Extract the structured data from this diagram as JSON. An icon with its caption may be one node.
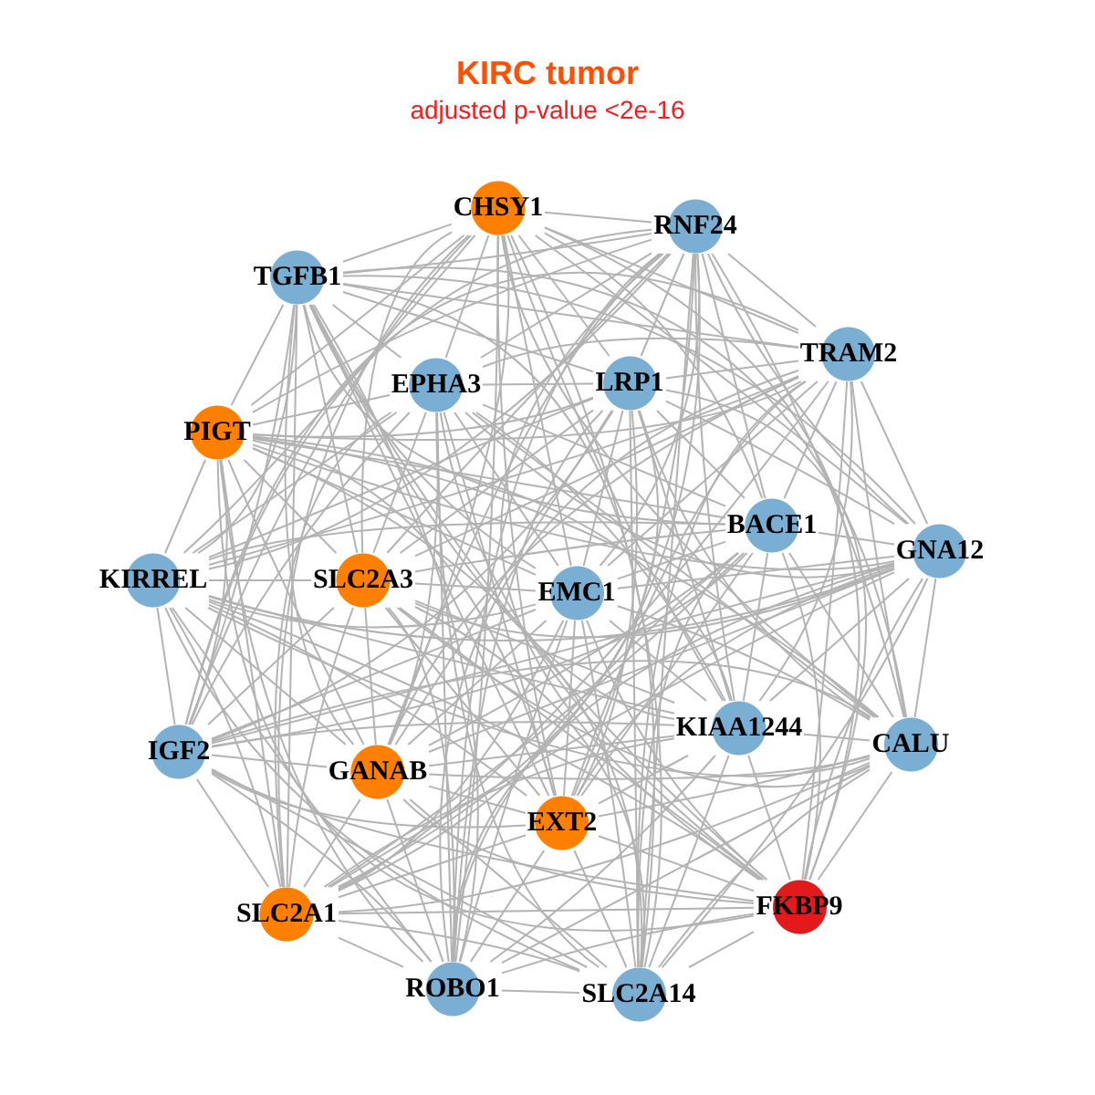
{
  "diagram": {
    "title": "KIRC tumor",
    "labels": [
      "adjusted p-value <2e-16"
    ],
    "nodes": [
      {
        "text": [
          "CHSY1"
        ]
      },
      {
        "text": [
          "RNF24"
        ]
      },
      {
        "text": [
          "TGFB1"
        ]
      },
      {
        "text": [
          "TRAM2"
        ]
      },
      {
        "text": [
          "EPHA3"
        ]
      },
      {
        "text": [
          "LRP1"
        ]
      },
      {
        "text": [
          "PIGT"
        ]
      },
      {
        "text": [
          "BACE1"
        ]
      },
      {
        "text": [
          "GNA12"
        ]
      },
      {
        "text": [
          "KIRREL"
        ]
      },
      {
        "text": [
          "SLC2A3"
        ]
      },
      {
        "text": [
          "EMC1"
        ]
      },
      {
        "text": [
          "KIAA1244"
        ]
      },
      {
        "text": [
          "CALU"
        ]
      },
      {
        "text": [
          "IGF2"
        ]
      },
      {
        "text": [
          "GANAB"
        ]
      },
      {
        "text": [
          "EXT2"
        ]
      },
      {
        "text": [
          "FKBP9"
        ]
      },
      {
        "text": [
          "SLC2A1"
        ]
      },
      {
        "text": [
          "ROBO1"
        ]
      },
      {
        "text": [
          "SLC2A14"
        ]
      }
    ],
    "edges": [
      {
        "from": 0,
        "to": 1,
        "arrow": "none"
      },
      {
        "from": 0,
        "to": 2,
        "arrow": "none"
      },
      {
        "from": 0,
        "to": 3,
        "arrow": "none"
      },
      {
        "from": 0,
        "to": 4,
        "arrow": "none"
      },
      {
        "from": 0,
        "to": 5,
        "arrow": "none"
      },
      {
        "from": 0,
        "to": 6,
        "arrow": "none"
      },
      {
        "from": 0,
        "to": 7,
        "arrow": "none"
      },
      {
        "from": 0,
        "to": 8,
        "arrow": "none"
      },
      {
        "from": 0,
        "to": 9,
        "arrow": "none"
      },
      {
        "from": 0,
        "to": 10,
        "arrow": "none"
      },
      {
        "from": 0,
        "to": 11,
        "arrow": "none"
      },
      {
        "from": 0,
        "to": 12,
        "arrow": "none"
      },
      {
        "from": 0,
        "to": 13,
        "arrow": "none"
      },
      {
        "from": 0,
        "to": 14,
        "arrow": "none"
      },
      {
        "from": 0,
        "to": 15,
        "arrow": "none"
      },
      {
        "from": 0,
        "to": 16,
        "arrow": "none"
      },
      {
        "from": 0,
        "to": 17,
        "arrow": "none"
      },
      {
        "from": 0,
        "to": 18,
        "arrow": "none"
      },
      {
        "from": 0,
        "to": 19,
        "arrow": "none"
      },
      {
        "from": 0,
        "to": 20,
        "arrow": "none"
      },
      {
        "from": 1,
        "to": 2,
        "arrow": "none"
      },
      {
        "from": 1,
        "to": 3,
        "arrow": "none"
      },
      {
        "from": 1,
        "to": 4,
        "arrow": "none"
      },
      {
        "from": 1,
        "to": 5,
        "arrow": "none"
      },
      {
        "from": 1,
        "to": 6,
        "arrow": "none"
      },
      {
        "from": 1,
        "to": 7,
        "arrow": "none"
      },
      {
        "from": 1,
        "to": 8,
        "arrow": "none"
      },
      {
        "from": 1,
        "to": 9,
        "arrow": "none"
      },
      {
        "from": 1,
        "to": 10,
        "arrow": "none"
      },
      {
        "from": 1,
        "to": 11,
        "arrow": "none"
      },
      {
        "from": 1,
        "to": 12,
        "arrow": "none"
      },
      {
        "from": 1,
        "to": 13,
        "arrow": "none"
      },
      {
        "from": 1,
        "to": 14,
        "arrow": "none"
      },
      {
        "from": 1,
        "to": 15,
        "arrow": "none"
      },
      {
        "from": 1,
        "to": 16,
        "arrow": "none"
      },
      {
        "from": 1,
        "to": 17,
        "arrow": "none"
      },
      {
        "from": 1,
        "to": 18,
        "arrow": "none"
      },
      {
        "from": 1,
        "to": 19,
        "arrow": "none"
      },
      {
        "from": 1,
        "to": 20,
        "arrow": "none"
      },
      {
        "from": 2,
        "to": 3,
        "arrow": "none"
      },
      {
        "from": 2,
        "to": 4,
        "arrow": "none"
      },
      {
        "from": 2,
        "to": 5,
        "arrow": "none"
      },
      {
        "from": 2,
        "to": 6,
        "arrow": "none"
      },
      {
        "from": 2,
        "to": 7,
        "arrow": "none"
      },
      {
        "from": 2,
        "to": 8,
        "arrow": "none"
      },
      {
        "from": 2,
        "to": 9,
        "arrow": "none"
      },
      {
        "from": 2,
        "to": 10,
        "arrow": "none"
      },
      {
        "from": 2,
        "to": 11,
        "arrow": "none"
      },
      {
        "from": 2,
        "to": 12,
        "arrow": "none"
      },
      {
        "from": 2,
        "to": 13,
        "arrow": "none"
      },
      {
        "from": 2,
        "to": 14,
        "arrow": "none"
      },
      {
        "from": 2,
        "to": 15,
        "arrow": "none"
      },
      {
        "from": 2,
        "to": 16,
        "arrow": "none"
      },
      {
        "from": 2,
        "to": 17,
        "arrow": "none"
      },
      {
        "from": 2,
        "to": 18,
        "arrow": "none"
      },
      {
        "from": 2,
        "to": 19,
        "arrow": "none"
      },
      {
        "from": 2,
        "to": 20,
        "arrow": "none"
      },
      {
        "from": 3,
        "to": 4,
        "arrow": "none"
      },
      {
        "from": 3,
        "to": 5,
        "arrow": "none"
      },
      {
        "from": 3,
        "to": 6,
        "arrow": "none"
      },
      {
        "from": 3,
        "to": 7,
        "arrow": "none"
      },
      {
        "from": 3,
        "to": 8,
        "arrow": "none"
      },
      {
        "from": 3,
        "to": 9,
        "arrow": "none"
      },
      {
        "from": 3,
        "to": 10,
        "arrow": "none"
      },
      {
        "from": 3,
        "to": 11,
        "arrow": "none"
      },
      {
        "from": 3,
        "to": 12,
        "arrow": "none"
      },
      {
        "from": 3,
        "to": 13,
        "arrow": "none"
      },
      {
        "from": 3,
        "to": 14,
        "arrow": "none"
      },
      {
        "from": 3,
        "to": 15,
        "arrow": "none"
      },
      {
        "from": 3,
        "to": 16,
        "arrow": "none"
      },
      {
        "from": 3,
        "to": 17,
        "arrow": "none"
      },
      {
        "from": 3,
        "to": 18,
        "arrow": "none"
      },
      {
        "from": 3,
        "to": 19,
        "arrow": "none"
      },
      {
        "from": 3,
        "to": 20,
        "arrow": "none"
      },
      {
        "from": 4,
        "to": 5,
        "arrow": "none"
      },
      {
        "from": 4,
        "to": 6,
        "arrow": "none"
      },
      {
        "from": 4,
        "to": 7,
        "arrow": "none"
      },
      {
        "from": 4,
        "to": 8,
        "arrow": "none"
      },
      {
        "from": 4,
        "to": 9,
        "arrow": "none"
      },
      {
        "from": 4,
        "to": 10,
        "arrow": "none"
      },
      {
        "from": 4,
        "to": 11,
        "arrow": "none"
      },
      {
        "from": 4,
        "to": 12,
        "arrow": "none"
      },
      {
        "from": 4,
        "to": 13,
        "arrow": "none"
      },
      {
        "from": 4,
        "to": 14,
        "arrow": "none"
      },
      {
        "from": 4,
        "to": 15,
        "arrow": "none"
      },
      {
        "from": 4,
        "to": 16,
        "arrow": "none"
      },
      {
        "from": 4,
        "to": 17,
        "arrow": "none"
      },
      {
        "from": 4,
        "to": 18,
        "arrow": "none"
      },
      {
        "from": 4,
        "to": 19,
        "arrow": "none"
      },
      {
        "from": 4,
        "to": 20,
        "arrow": "none"
      },
      {
        "from": 5,
        "to": 6,
        "arrow": "none"
      },
      {
        "from": 5,
        "to": 7,
        "arrow": "none"
      },
      {
        "from": 5,
        "to": 8,
        "arrow": "none"
      },
      {
        "from": 5,
        "to": 9,
        "arrow": "none"
      },
      {
        "from": 5,
        "to": 10,
        "arrow": "none"
      },
      {
        "from": 5,
        "to": 11,
        "arrow": "none"
      },
      {
        "from": 5,
        "to": 12,
        "arrow": "none"
      },
      {
        "from": 5,
        "to": 13,
        "arrow": "none"
      },
      {
        "from": 5,
        "to": 14,
        "arrow": "none"
      },
      {
        "from": 5,
        "to": 15,
        "arrow": "none"
      },
      {
        "from": 5,
        "to": 16,
        "arrow": "none"
      },
      {
        "from": 5,
        "to": 17,
        "arrow": "none"
      },
      {
        "from": 5,
        "to": 18,
        "arrow": "none"
      },
      {
        "from": 5,
        "to": 19,
        "arrow": "none"
      },
      {
        "from": 5,
        "to": 20,
        "arrow": "none"
      },
      {
        "from": 6,
        "to": 7,
        "arrow": "none"
      },
      {
        "from": 6,
        "to": 8,
        "arrow": "none"
      },
      {
        "from": 6,
        "to": 9,
        "arrow": "none"
      },
      {
        "from": 6,
        "to": 10,
        "arrow": "none"
      },
      {
        "from": 6,
        "to": 11,
        "arrow": "none"
      },
      {
        "from": 6,
        "to": 12,
        "arrow": "none"
      },
      {
        "from": 6,
        "to": 13,
        "arrow": "none"
      },
      {
        "from": 6,
        "to": 14,
        "arrow": "none"
      },
      {
        "from": 6,
        "to": 15,
        "arrow": "none"
      },
      {
        "from": 6,
        "to": 16,
        "arrow": "none"
      },
      {
        "from": 6,
        "to": 17,
        "arrow": "none"
      },
      {
        "from": 6,
        "to": 18,
        "arrow": "none"
      },
      {
        "from": 6,
        "to": 19,
        "arrow": "none"
      },
      {
        "from": 6,
        "to": 20,
        "arrow": "none"
      },
      {
        "from": 7,
        "to": 8,
        "arrow": "none"
      },
      {
        "from": 7,
        "to": 9,
        "arrow": "none"
      },
      {
        "from": 7,
        "to": 10,
        "arrow": "none"
      },
      {
        "from": 7,
        "to": 11,
        "arrow": "none"
      },
      {
        "from": 7,
        "to": 12,
        "arrow": "none"
      },
      {
        "from": 7,
        "to": 13,
        "arrow": "none"
      },
      {
        "from": 7,
        "to": 14,
        "arrow": "none"
      },
      {
        "from": 7,
        "to": 15,
        "arrow": "none"
      },
      {
        "from": 7,
        "to": 16,
        "arrow": "none"
      },
      {
        "from": 7,
        "to": 17,
        "arrow": "none"
      },
      {
        "from": 7,
        "to": 18,
        "arrow": "none"
      },
      {
        "from": 7,
        "to": 19,
        "arrow": "none"
      },
      {
        "from": 7,
        "to": 20,
        "arrow": "none"
      },
      {
        "from": 8,
        "to": 9,
        "arrow": "none"
      },
      {
        "from": 8,
        "to": 10,
        "arrow": "none"
      },
      {
        "from": 8,
        "to": 11,
        "arrow": "none"
      },
      {
        "from": 8,
        "to": 12,
        "arrow": "none"
      },
      {
        "from": 8,
        "to": 13,
        "arrow": "none"
      },
      {
        "from": 8,
        "to": 14,
        "arrow": "none"
      },
      {
        "from": 8,
        "to": 15,
        "arrow": "none"
      },
      {
        "from": 8,
        "to": 16,
        "arrow": "none"
      },
      {
        "from": 8,
        "to": 17,
        "arrow": "none"
      },
      {
        "from": 8,
        "to": 18,
        "arrow": "none"
      },
      {
        "from": 8,
        "to": 19,
        "arrow": "none"
      },
      {
        "from": 8,
        "to": 20,
        "arrow": "none"
      },
      {
        "from": 9,
        "to": 10,
        "arrow": "none"
      },
      {
        "from": 9,
        "to": 11,
        "arrow": "none"
      },
      {
        "from": 9,
        "to": 12,
        "arrow": "none"
      },
      {
        "from": 9,
        "to": 13,
        "arrow": "none"
      },
      {
        "from": 9,
        "to": 14,
        "arrow": "none"
      },
      {
        "from": 9,
        "to": 15,
        "arrow": "none"
      },
      {
        "from": 9,
        "to": 16,
        "arrow": "none"
      },
      {
        "from": 9,
        "to": 17,
        "arrow": "none"
      },
      {
        "from": 9,
        "to": 18,
        "arrow": "none"
      },
      {
        "from": 9,
        "to": 19,
        "arrow": "none"
      },
      {
        "from": 9,
        "to": 20,
        "arrow": "none"
      },
      {
        "from": 10,
        "to": 11,
        "arrow": "none"
      },
      {
        "from": 10,
        "to": 12,
        "arrow": "none"
      },
      {
        "from": 10,
        "to": 13,
        "arrow": "none"
      },
      {
        "from": 10,
        "to": 14,
        "arrow": "none"
      },
      {
        "from": 10,
        "to": 15,
        "arrow": "none"
      },
      {
        "from": 10,
        "to": 16,
        "arrow": "none"
      },
      {
        "from": 10,
        "to": 17,
        "arrow": "none"
      },
      {
        "from": 10,
        "to": 18,
        "arrow": "none"
      },
      {
        "from": 10,
        "to": 19,
        "arrow": "none"
      },
      {
        "from": 10,
        "to": 20,
        "arrow": "none"
      },
      {
        "from": 11,
        "to": 12,
        "arrow": "none"
      },
      {
        "from": 11,
        "to": 13,
        "arrow": "none"
      },
      {
        "from": 11,
        "to": 14,
        "arrow": "none"
      },
      {
        "from": 11,
        "to": 15,
        "arrow": "none"
      },
      {
        "from": 11,
        "to": 16,
        "arrow": "none"
      },
      {
        "from": 11,
        "to": 17,
        "arrow": "none"
      },
      {
        "from": 11,
        "to": 18,
        "arrow": "none"
      },
      {
        "from": 11,
        "to": 19,
        "arrow": "none"
      },
      {
        "from": 11,
        "to": 20,
        "arrow": "none"
      },
      {
        "from": 12,
        "to": 13,
        "arrow": "none"
      },
      {
        "from": 12,
        "to": 14,
        "arrow": "none"
      },
      {
        "from": 12,
        "to": 15,
        "arrow": "none"
      },
      {
        "from": 12,
        "to": 16,
        "arrow": "none"
      },
      {
        "from": 12,
        "to": 17,
        "arrow": "none"
      },
      {
        "from": 12,
        "to": 18,
        "arrow": "none"
      },
      {
        "from": 12,
        "to": 19,
        "arrow": "none"
      },
      {
        "from": 12,
        "to": 20,
        "arrow": "none"
      },
      {
        "from": 13,
        "to": 14,
        "arrow": "none"
      },
      {
        "from": 13,
        "to": 15,
        "arrow": "none"
      },
      {
        "from": 13,
        "to": 16,
        "arrow": "none"
      },
      {
        "from": 13,
        "to": 17,
        "arrow": "none"
      },
      {
        "from": 13,
        "to": 18,
        "arrow": "none"
      },
      {
        "from": 13,
        "to": 19,
        "arrow": "none"
      },
      {
        "from": 13,
        "to": 20,
        "arrow": "none"
      },
      {
        "from": 14,
        "to": 15,
        "arrow": "none"
      },
      {
        "from": 14,
        "to": 16,
        "arrow": "none"
      },
      {
        "from": 14,
        "to": 17,
        "arrow": "none"
      },
      {
        "from": 14,
        "to": 18,
        "arrow": "none"
      },
      {
        "from": 14,
        "to": 19,
        "arrow": "none"
      },
      {
        "from": 14,
        "to": 20,
        "arrow": "none"
      },
      {
        "from": 15,
        "to": 16,
        "arrow": "none"
      },
      {
        "from": 15,
        "to": 17,
        "arrow": "none"
      },
      {
        "from": 15,
        "to": 18,
        "arrow": "none"
      },
      {
        "from": 15,
        "to": 19,
        "arrow": "none"
      },
      {
        "from": 15,
        "to": 20,
        "arrow": "none"
      },
      {
        "from": 16,
        "to": 17,
        "arrow": "none"
      },
      {
        "from": 16,
        "to": 18,
        "arrow": "none"
      },
      {
        "from": 16,
        "to": 19,
        "arrow": "none"
      },
      {
        "from": 16,
        "to": 20,
        "arrow": "none"
      },
      {
        "from": 17,
        "to": 18,
        "arrow": "none"
      },
      {
        "from": 17,
        "to": 19,
        "arrow": "none"
      },
      {
        "from": 17,
        "to": 20,
        "arrow": "none"
      },
      {
        "from": 18,
        "to": 19,
        "arrow": "none"
      },
      {
        "from": 18,
        "to": 20,
        "arrow": "none"
      },
      {
        "from": 19,
        "to": 20,
        "arrow": "none"
      }
    ]
  }
}
